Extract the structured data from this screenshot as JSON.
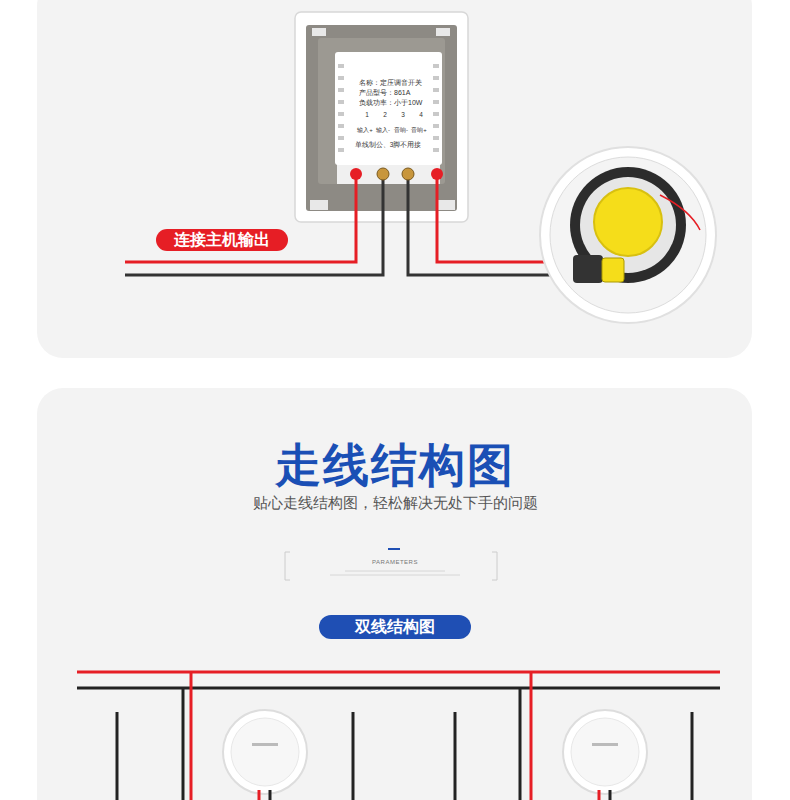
{
  "diagram": {
    "title": "走线结构图",
    "nodes": [
      {
        "text": [
          "名称：定压调音开关",
          "产品型号：861A",
          "负载功率：小于10W",
          "1",
          "2",
          "3",
          "4",
          "输入+",
          "输入-",
          "音响-",
          "音响+",
          "单线制公、3脚不用接"
        ]
      },
      {
        "text": [
          "连接主机输出"
        ]
      },
      {
        "text": [
          "双线结构图"
        ]
      }
    ],
    "labels": [
      "贴心走线结构图，轻松解决无处下手的问题",
      "PARAMETERS"
    ]
  }
}
